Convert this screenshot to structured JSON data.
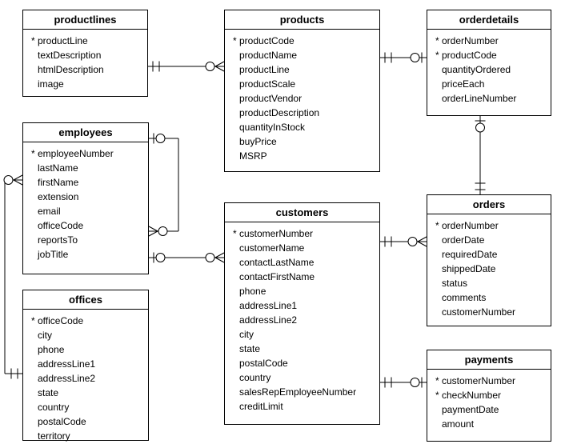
{
  "diagram": {
    "colors": {
      "line": "#000000",
      "background": "#ffffff",
      "text": "#000000"
    },
    "primary_key_marker": "*",
    "tables": [
      {
        "id": "productlines",
        "title": "productlines",
        "fields": [
          {
            "pk": true,
            "label": "productLine"
          },
          {
            "pk": false,
            "label": "textDescription"
          },
          {
            "pk": false,
            "label": "htmlDescription"
          },
          {
            "pk": false,
            "label": "image"
          }
        ]
      },
      {
        "id": "products",
        "title": "products",
        "fields": [
          {
            "pk": true,
            "label": "productCode"
          },
          {
            "pk": false,
            "label": "productName"
          },
          {
            "pk": false,
            "label": "productLine"
          },
          {
            "pk": false,
            "label": "productScale"
          },
          {
            "pk": false,
            "label": "productVendor"
          },
          {
            "pk": false,
            "label": "productDescription"
          },
          {
            "pk": false,
            "label": "quantityInStock"
          },
          {
            "pk": false,
            "label": "buyPrice"
          },
          {
            "pk": false,
            "label": "MSRP"
          }
        ]
      },
      {
        "id": "orderdetails",
        "title": "orderdetails",
        "fields": [
          {
            "pk": true,
            "label": "orderNumber"
          },
          {
            "pk": true,
            "label": "productCode"
          },
          {
            "pk": false,
            "label": "quantityOrdered"
          },
          {
            "pk": false,
            "label": "priceEach"
          },
          {
            "pk": false,
            "label": "orderLineNumber"
          }
        ]
      },
      {
        "id": "employees",
        "title": "employees",
        "fields": [
          {
            "pk": true,
            "label": "employeeNumber"
          },
          {
            "pk": false,
            "label": "lastName"
          },
          {
            "pk": false,
            "label": "firstName"
          },
          {
            "pk": false,
            "label": "extension"
          },
          {
            "pk": false,
            "label": "email"
          },
          {
            "pk": false,
            "label": "officeCode"
          },
          {
            "pk": false,
            "label": "reportsTo"
          },
          {
            "pk": false,
            "label": "jobTitle"
          }
        ]
      },
      {
        "id": "customers",
        "title": "customers",
        "fields": [
          {
            "pk": true,
            "label": "customerNumber"
          },
          {
            "pk": false,
            "label": "customerName"
          },
          {
            "pk": false,
            "label": "contactLastName"
          },
          {
            "pk": false,
            "label": "contactFirstName"
          },
          {
            "pk": false,
            "label": "phone"
          },
          {
            "pk": false,
            "label": "addressLine1"
          },
          {
            "pk": false,
            "label": "addressLine2"
          },
          {
            "pk": false,
            "label": "city"
          },
          {
            "pk": false,
            "label": "state"
          },
          {
            "pk": false,
            "label": "postalCode"
          },
          {
            "pk": false,
            "label": "country"
          },
          {
            "pk": false,
            "label": "salesRepEmployeeNumber"
          },
          {
            "pk": false,
            "label": "creditLimit"
          }
        ]
      },
      {
        "id": "orders",
        "title": "orders",
        "fields": [
          {
            "pk": true,
            "label": "orderNumber"
          },
          {
            "pk": false,
            "label": "orderDate"
          },
          {
            "pk": false,
            "label": "requiredDate"
          },
          {
            "pk": false,
            "label": "shippedDate"
          },
          {
            "pk": false,
            "label": "status"
          },
          {
            "pk": false,
            "label": "comments"
          },
          {
            "pk": false,
            "label": "customerNumber"
          }
        ]
      },
      {
        "id": "offices",
        "title": "offices",
        "fields": [
          {
            "pk": true,
            "label": "officeCode"
          },
          {
            "pk": false,
            "label": "city"
          },
          {
            "pk": false,
            "label": "phone"
          },
          {
            "pk": false,
            "label": "addressLine1"
          },
          {
            "pk": false,
            "label": "addressLine2"
          },
          {
            "pk": false,
            "label": "state"
          },
          {
            "pk": false,
            "label": "country"
          },
          {
            "pk": false,
            "label": "postalCode"
          },
          {
            "pk": false,
            "label": "territory"
          }
        ]
      },
      {
        "id": "payments",
        "title": "payments",
        "fields": [
          {
            "pk": true,
            "label": "customerNumber"
          },
          {
            "pk": true,
            "label": "checkNumber"
          },
          {
            "pk": false,
            "label": "paymentDate"
          },
          {
            "pk": false,
            "label": "amount"
          }
        ]
      }
    ],
    "relationships": [
      {
        "id": "productlines-products",
        "from": "productlines",
        "to": "products",
        "from_symbols": [
          "tick",
          "tick"
        ],
        "to_symbols": [
          "crowfoot",
          "circle"
        ]
      },
      {
        "id": "products-orderdetails",
        "from": "products",
        "to": "orderdetails",
        "from_symbols": [
          "tick",
          "tick"
        ],
        "to_symbols": [
          "tick",
          "circle"
        ]
      },
      {
        "id": "orderdetails-orders",
        "from": "orderdetails",
        "to": "orders",
        "from_symbols": [
          "tick",
          "circle"
        ],
        "to_symbols": [
          "tick",
          "tick"
        ]
      },
      {
        "id": "employees-reportsto-self",
        "from": "employees",
        "to": "employees",
        "from_symbols": [
          "tick",
          "circle"
        ],
        "to_symbols": [
          "crowfoot",
          "circle"
        ]
      },
      {
        "id": "employees-customers",
        "from": "employees",
        "to": "customers",
        "from_symbols": [
          "tick",
          "circle"
        ],
        "to_symbols": [
          "crowfoot",
          "circle"
        ]
      },
      {
        "id": "employees-offices",
        "from": "employees",
        "to": "offices",
        "from_symbols": [
          "crowfoot",
          "circle"
        ],
        "to_symbols": [
          "tick",
          "tick"
        ]
      },
      {
        "id": "customers-orders",
        "from": "customers",
        "to": "orders",
        "from_symbols": [
          "tick",
          "tick"
        ],
        "to_symbols": [
          "crowfoot",
          "circle"
        ]
      },
      {
        "id": "customers-payments",
        "from": "customers",
        "to": "payments",
        "from_symbols": [
          "tick",
          "tick"
        ],
        "to_symbols": [
          "tick",
          "circle"
        ]
      }
    ]
  }
}
